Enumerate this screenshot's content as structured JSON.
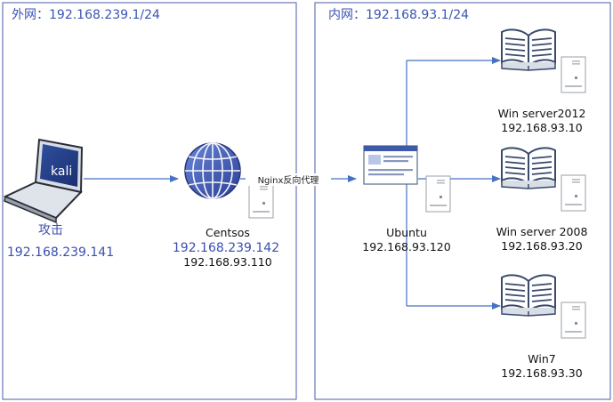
{
  "outer_zone": {
    "title": "外网：192.168.239.1/24"
  },
  "inner_zone": {
    "title": "内网：192.168.93.1/24"
  },
  "kali": {
    "screen_label": "kali",
    "role": "攻击",
    "ip": "192.168.239.141"
  },
  "centos": {
    "name": "Centsos",
    "ip_outer": "192.168.239.142",
    "ip_inner": "192.168.93.110"
  },
  "proxy_label": "Nginx反向代理",
  "ubuntu": {
    "name": "Ubuntu",
    "ip": "192.168.93.120"
  },
  "win2012": {
    "name": "Win server2012",
    "ip": "192.168.93.10"
  },
  "win2008": {
    "name": "Win server 2008",
    "ip": "192.168.93.20"
  },
  "win7": {
    "name": "Win7",
    "ip": "192.168.93.30"
  },
  "colors": {
    "zone_border": "#4a5ca8",
    "arrow": "#4472c4",
    "globe": "#3c5ab8",
    "title": "#3a55b4"
  }
}
